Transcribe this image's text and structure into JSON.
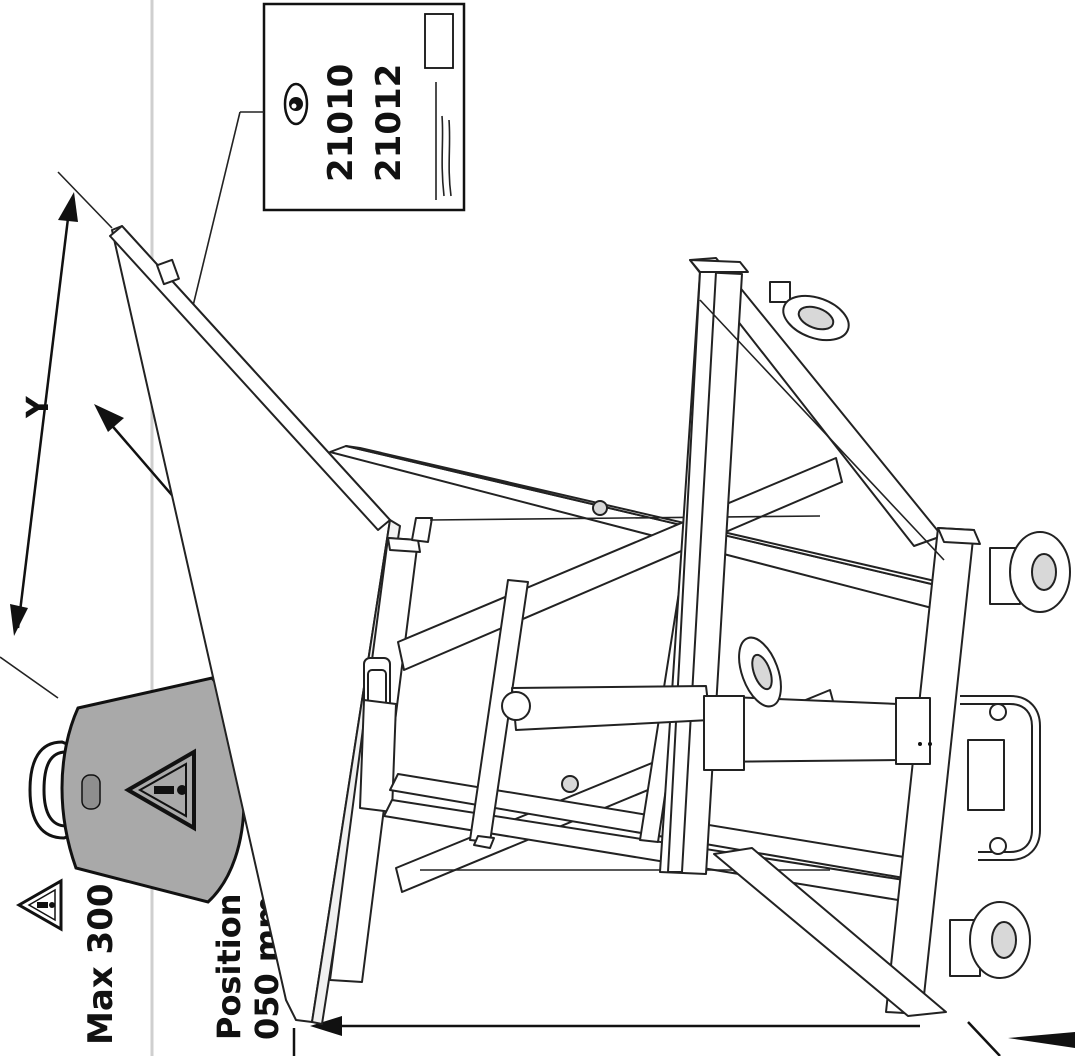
{
  "weight_warning": {
    "text": "Max 300 kg",
    "icon": "warning-triangle-icon"
  },
  "position_label": {
    "line1": "Position",
    "line2": "050 mm"
  },
  "dimensions": {
    "x_label": "X",
    "y_label": "Y"
  },
  "nameplate": {
    "icon": "eye-icon",
    "codes": [
      "21010",
      "21012"
    ]
  },
  "weight_icon": "weight-with-warning-icon",
  "colors": {
    "line": "#111111",
    "weight_fill": "#a9a9a9",
    "grey_band": "#c8c8c8"
  }
}
